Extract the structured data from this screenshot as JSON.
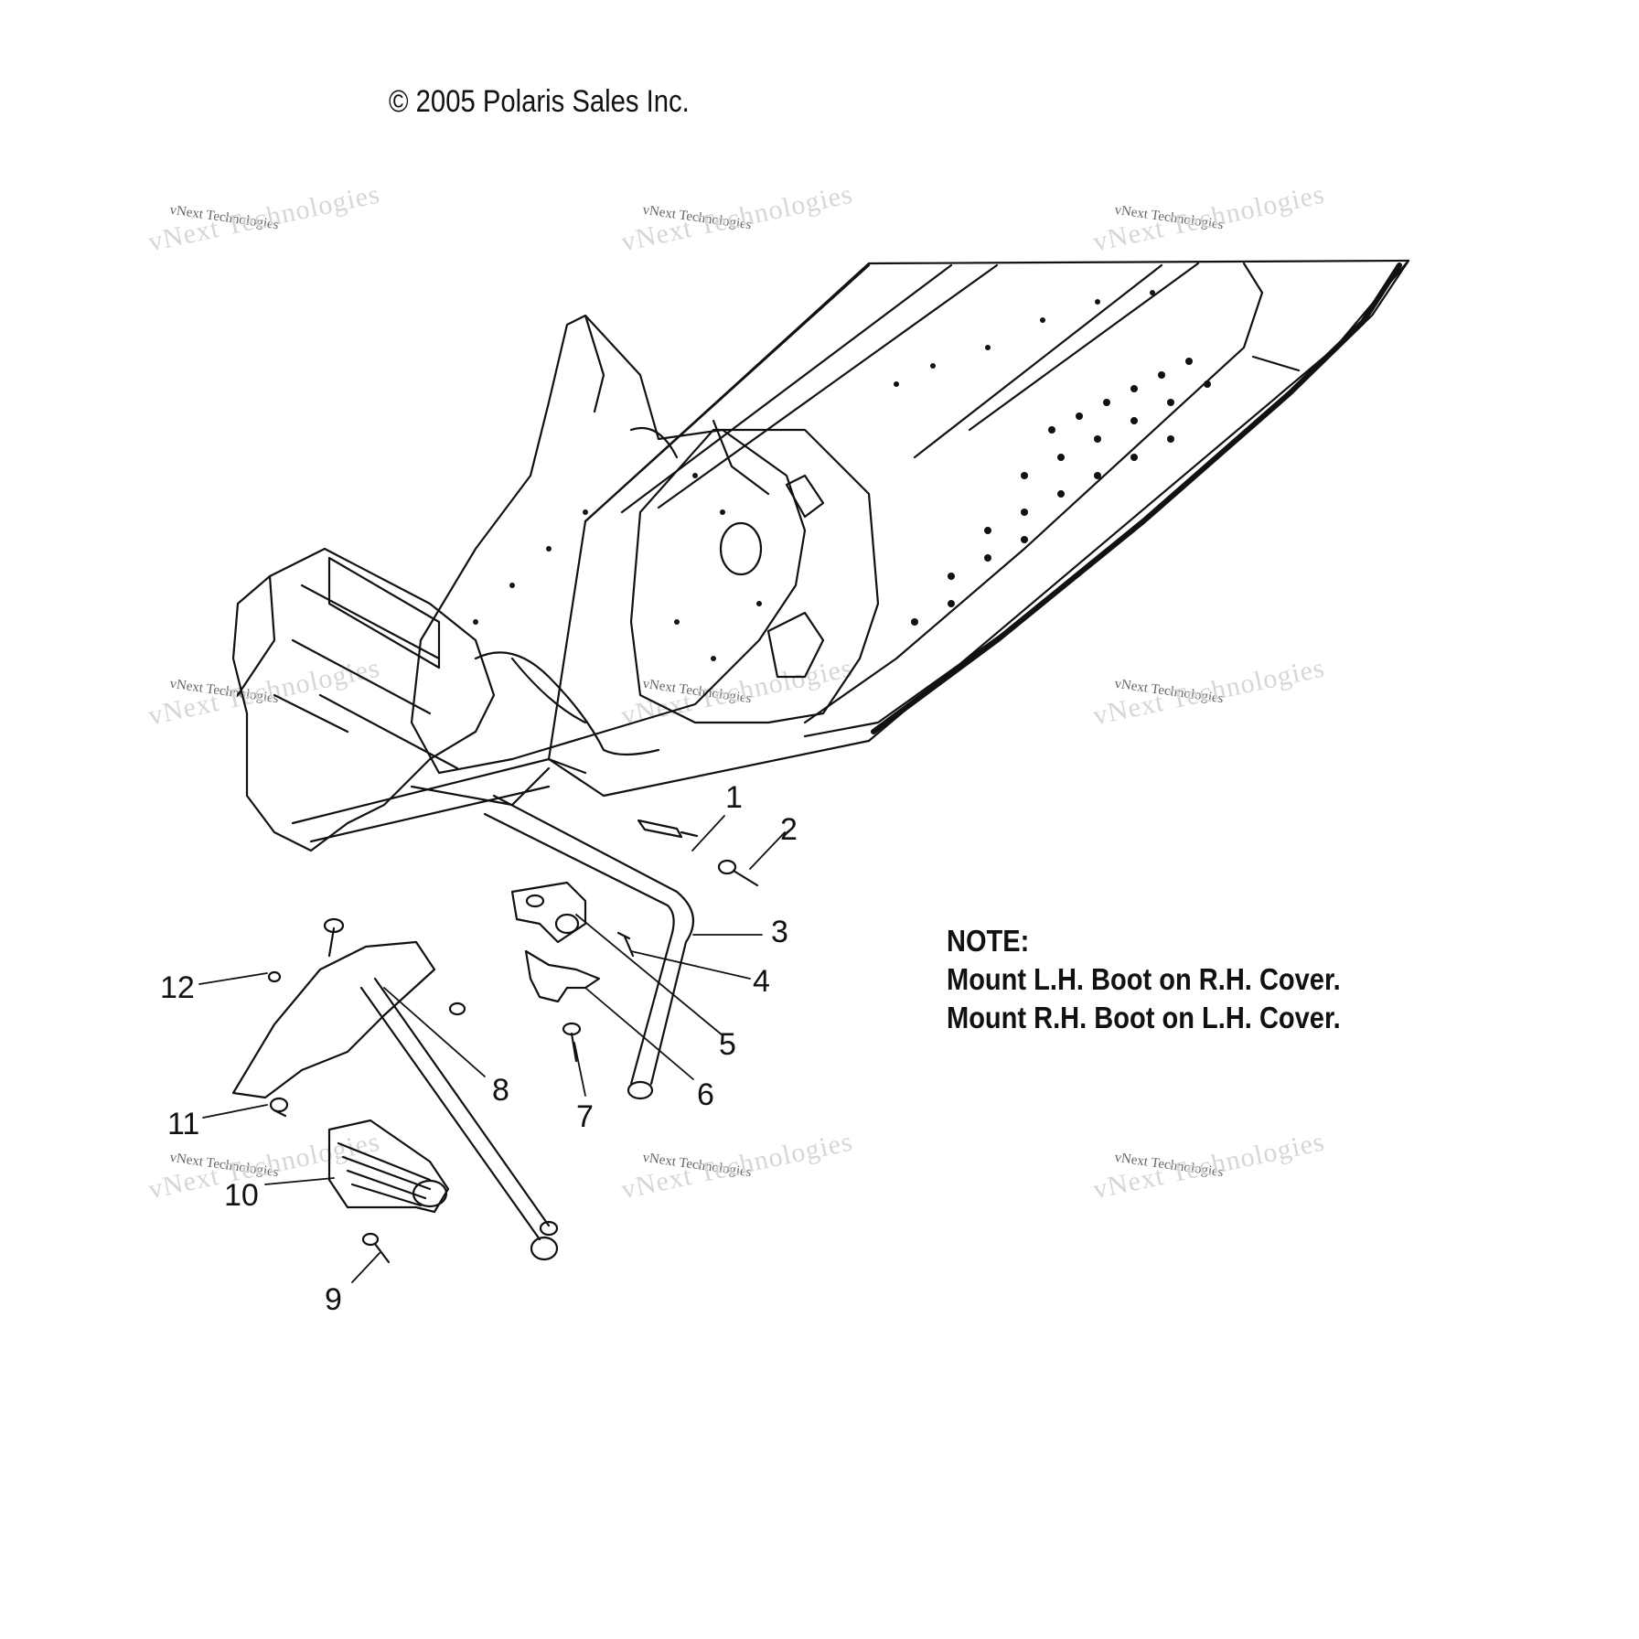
{
  "copyright": "© 2005 Polaris Sales Inc.",
  "note": {
    "title": "NOTE:",
    "lines": [
      "Mount L.H. Boot on R.H. Cover.",
      "Mount R.H. Boot on L.H. Cover."
    ]
  },
  "callouts": [
    "1",
    "2",
    "3",
    "4",
    "5",
    "6",
    "7",
    "8",
    "9",
    "10",
    "11",
    "12"
  ],
  "watermark": {
    "small": "vNext Technologies",
    "big": "vNext Technologies"
  },
  "colors": {
    "line": "#111111",
    "background": "#ffffff",
    "watermark": "#cccccc"
  }
}
